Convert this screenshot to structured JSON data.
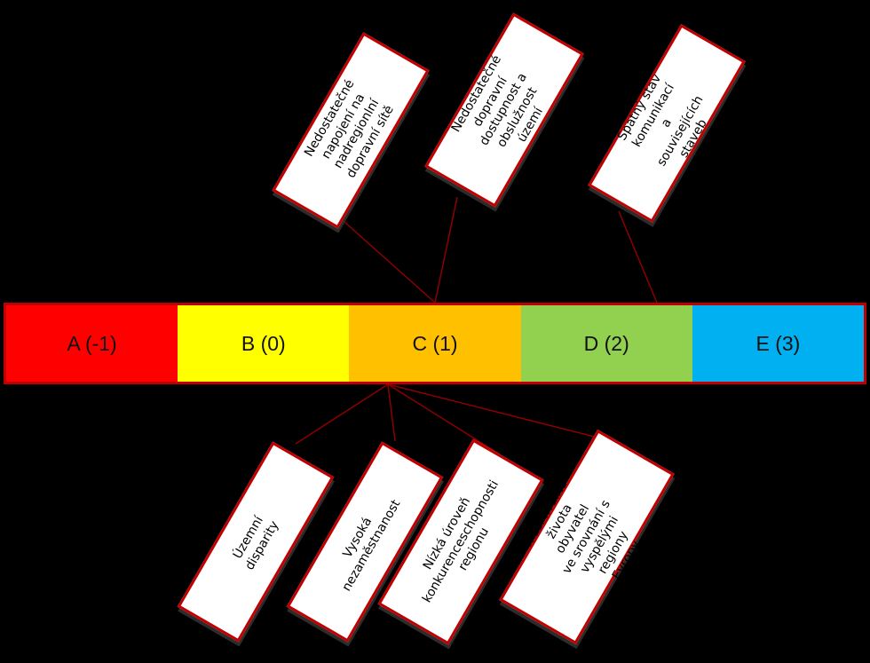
{
  "colors": {
    "border": "#c00000",
    "connector": "#8b0000",
    "background": "#000000"
  },
  "scale": [
    {
      "label": "A (-1)",
      "color": "#ff0000"
    },
    {
      "label": "B (0)",
      "color": "#ffff00"
    },
    {
      "label": "C (1)",
      "color": "#ffc000"
    },
    {
      "label": "D (2)",
      "color": "#92d050"
    },
    {
      "label": "E (3)",
      "color": "#00b0f0"
    }
  ],
  "top_labels": [
    {
      "text": "Nedostatečné napojení na\nnadregionlní dopravní sítě"
    },
    {
      "text": "Nedostatečné dopravní\ndostupnost a obslužnost\núzemí"
    },
    {
      "text": "Špatný stav komunikací a\nsouvisejících staveb"
    }
  ],
  "bottom_labels": [
    {
      "text": "Územní disparity"
    },
    {
      "text": "Vysoká nezaměstnanost"
    },
    {
      "text": "Nízká úroveň\nkonkurenceschopnosti\nregionu"
    },
    {
      "text": "Nižší kvalita života obyvatel\nve srovnání s vyspělými\nregiony Evropy"
    }
  ]
}
